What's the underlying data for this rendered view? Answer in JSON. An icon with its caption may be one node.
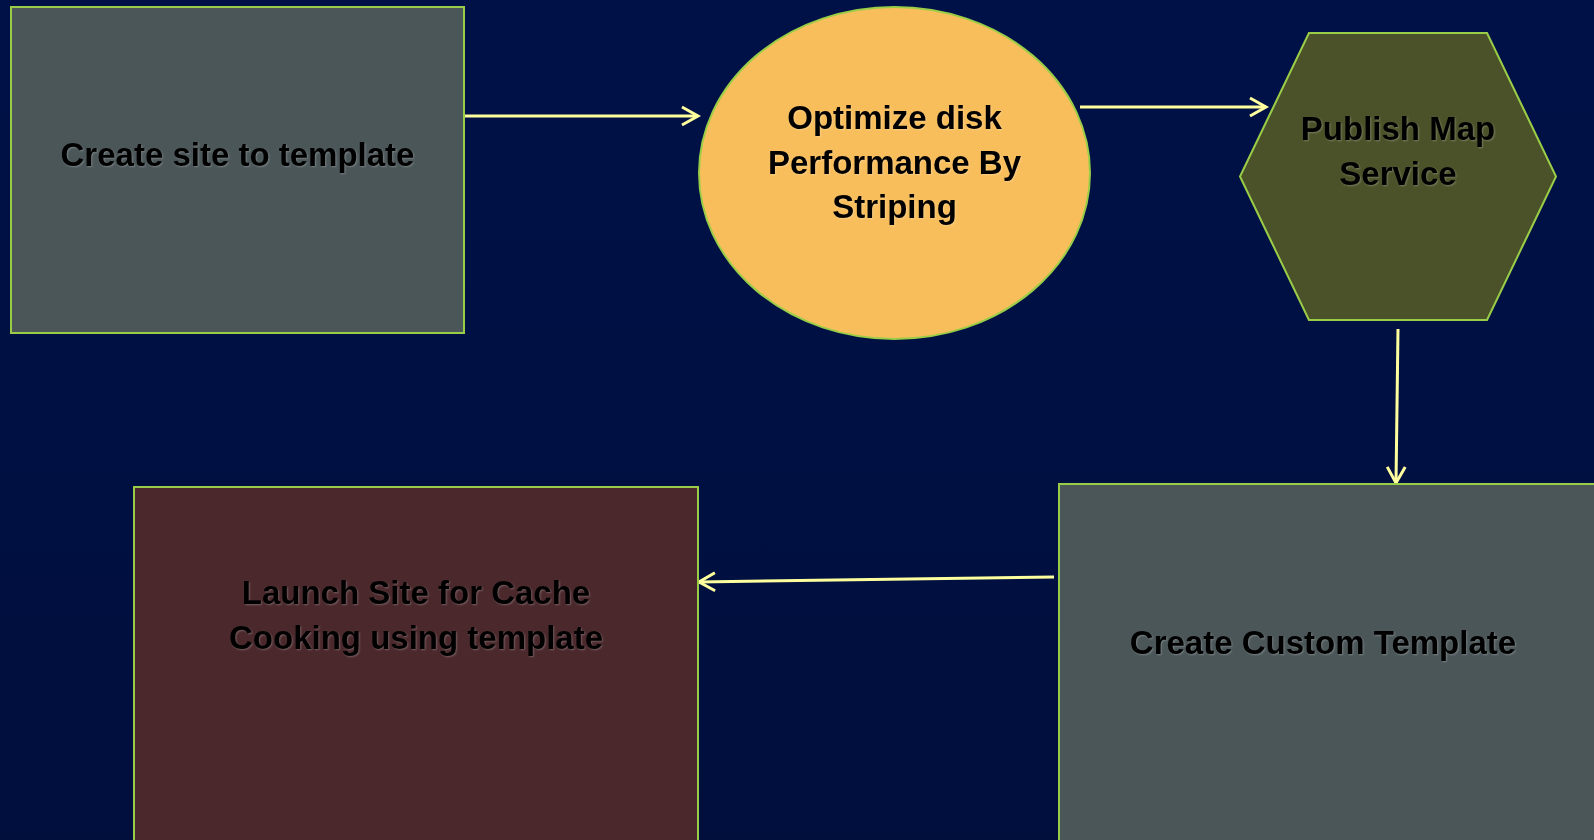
{
  "diagram": {
    "nodes": [
      {
        "text": [
          "Create site to template"
        ]
      },
      {
        "text": [
          "Optimize disk Performance By Striping"
        ]
      },
      {
        "text": [
          "Publish Map Service"
        ]
      },
      {
        "text": [
          "Create Custom Template"
        ]
      },
      {
        "text": [
          "Launch Site for Cache Cooking using template"
        ]
      }
    ],
    "edges": [
      {
        "from": 0,
        "to": 1,
        "arrow": "to"
      },
      {
        "from": 1,
        "to": 2,
        "arrow": "to"
      },
      {
        "from": 2,
        "to": 3,
        "arrow": "to"
      },
      {
        "from": 3,
        "to": 4,
        "arrow": "to"
      }
    ]
  }
}
